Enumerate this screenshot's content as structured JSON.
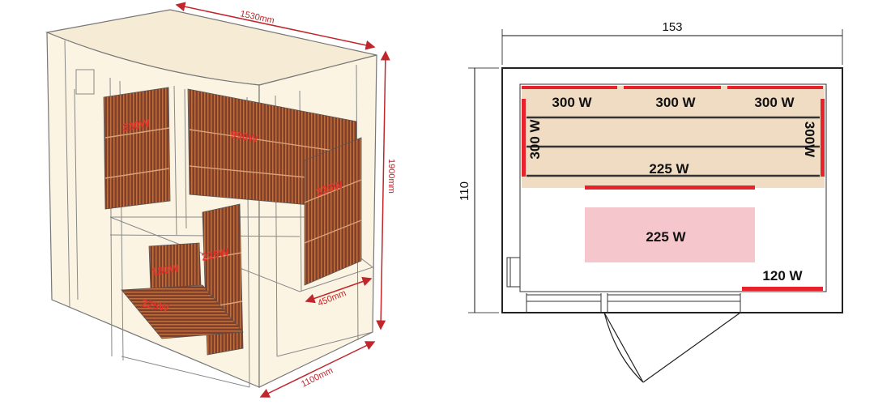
{
  "isometric_view": {
    "dim_width": "1530mm",
    "dim_height": "1900mm",
    "dim_depth": "1100mm",
    "dim_bench": "450mm",
    "heater_left_wall": "330W",
    "heater_back_wall": "990W",
    "heater_right_wall": "330W",
    "heater_door_side": "225W",
    "heater_bench_front": "180W",
    "heater_floor": "225W"
  },
  "plan_view": {
    "dim_width": "153",
    "dim_depth": "110",
    "heater_back_1": "300 W",
    "heater_back_2": "300 W",
    "heater_back_3": "300 W",
    "heater_left_side": "300 W",
    "heater_right_side": "300W",
    "heater_bench": "225 W",
    "heater_floor": "225 W",
    "heater_front": "120 W"
  },
  "colors": {
    "dimension_red": "#c0262c",
    "heater_red": "#e8222a",
    "bench_wood": "#f0dcc3",
    "floor_heater_pink": "#f5c6cb",
    "panel_brown": "#8a4a35"
  }
}
